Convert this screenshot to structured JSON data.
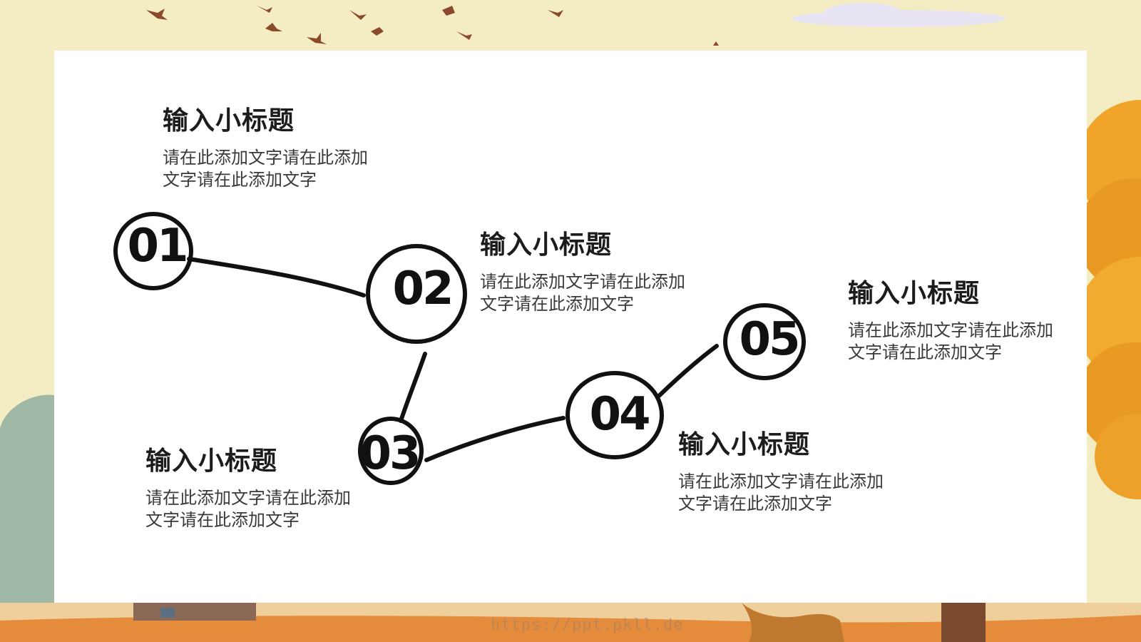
{
  "steps": [
    {
      "num": "01",
      "title": "输入小标题",
      "desc": "请在此添加文字请在此添加文字请在此添加文字"
    },
    {
      "num": "02",
      "title": "输入小标题",
      "desc": "请在此添加文字请在此添加文字请在此添加文字"
    },
    {
      "num": "03",
      "title": "输入小标题",
      "desc": "请在此添加文字请在此添加文字请在此添加文字"
    },
    {
      "num": "04",
      "title": "输入小标题",
      "desc": "请在此添加文字请在此添加文字请在此添加文字"
    },
    {
      "num": "05",
      "title": "输入小标题",
      "desc": "请在此添加文字请在此添加文字请在此添加文字"
    }
  ],
  "watermark": "https://ppt.pkll.de",
  "colors": {
    "sky": "#f4ecc2",
    "tree_orange": "#f0a52a",
    "tree_green": "#9fb8a6",
    "ground": "#e58c3c",
    "bird": "#8b4a2b",
    "ink": "#111111"
  }
}
